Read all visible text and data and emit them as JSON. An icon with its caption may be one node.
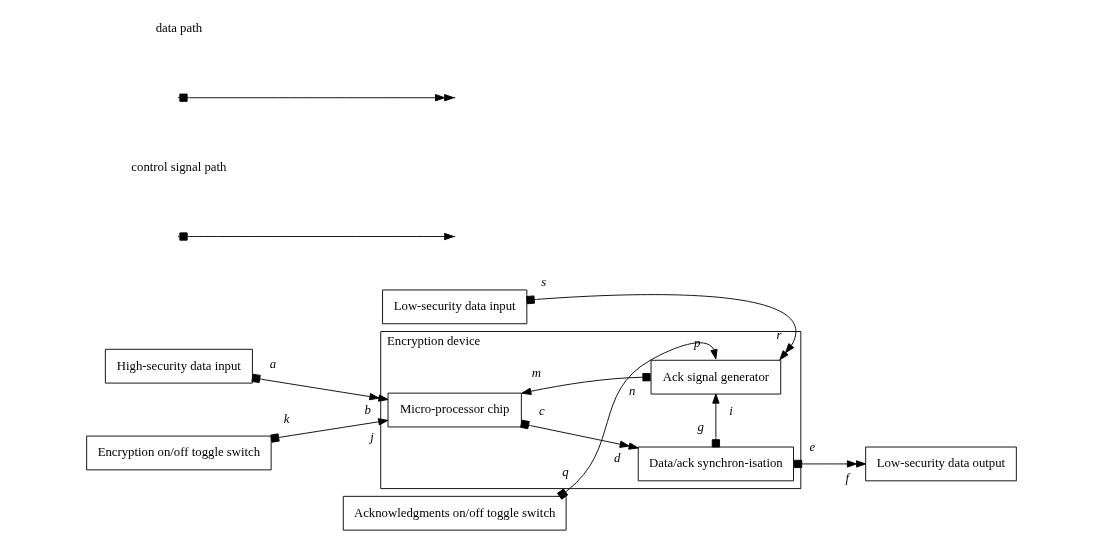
{
  "diagram": {
    "nodes": [
      {
        "text": [
          "Encryption device"
        ]
      },
      {
        "text": [
          "High-security data input"
        ]
      },
      {
        "text": [
          "Micro-processor chip"
        ],
        "in": 0
      },
      {
        "text": [
          "Data/ack synchron-isation"
        ],
        "in": 0
      },
      {
        "text": [
          "Ack signal generator"
        ],
        "in": 0
      },
      {
        "text": [
          "Low-security data output"
        ]
      },
      {
        "text": [
          "Low-security data input"
        ]
      },
      {
        "text": [
          "Encryption on/off toggle switch"
        ]
      },
      {
        "text": [
          "Acknowledgments on/off toggle switch"
        ]
      }
    ],
    "edges": [
      {
        "from": 1,
        "to": 2,
        "arrow": "to"
      },
      {
        "from": 2,
        "to": 3,
        "arrow": "to"
      },
      {
        "from": 3,
        "to": 5,
        "arrow": "to"
      },
      {
        "from": 3,
        "to": 4,
        "arrow": "to"
      },
      {
        "from": 4,
        "to": 2,
        "arrow": "to"
      },
      {
        "from": 6,
        "to": 4,
        "arrow": "to"
      },
      {
        "from": 7,
        "to": 2,
        "arrow": "to"
      },
      {
        "from": 8,
        "to": 4,
        "arrow": "to"
      }
    ],
    "labels": [
      "a",
      "b",
      "c",
      "d",
      "e",
      "f",
      "g",
      "i",
      "n",
      "m",
      "s",
      "r",
      "k",
      "j",
      "q",
      "p"
    ],
    "legend": [
      {
        "text": "data path"
      },
      {
        "text": "control signal path"
      }
    ]
  }
}
